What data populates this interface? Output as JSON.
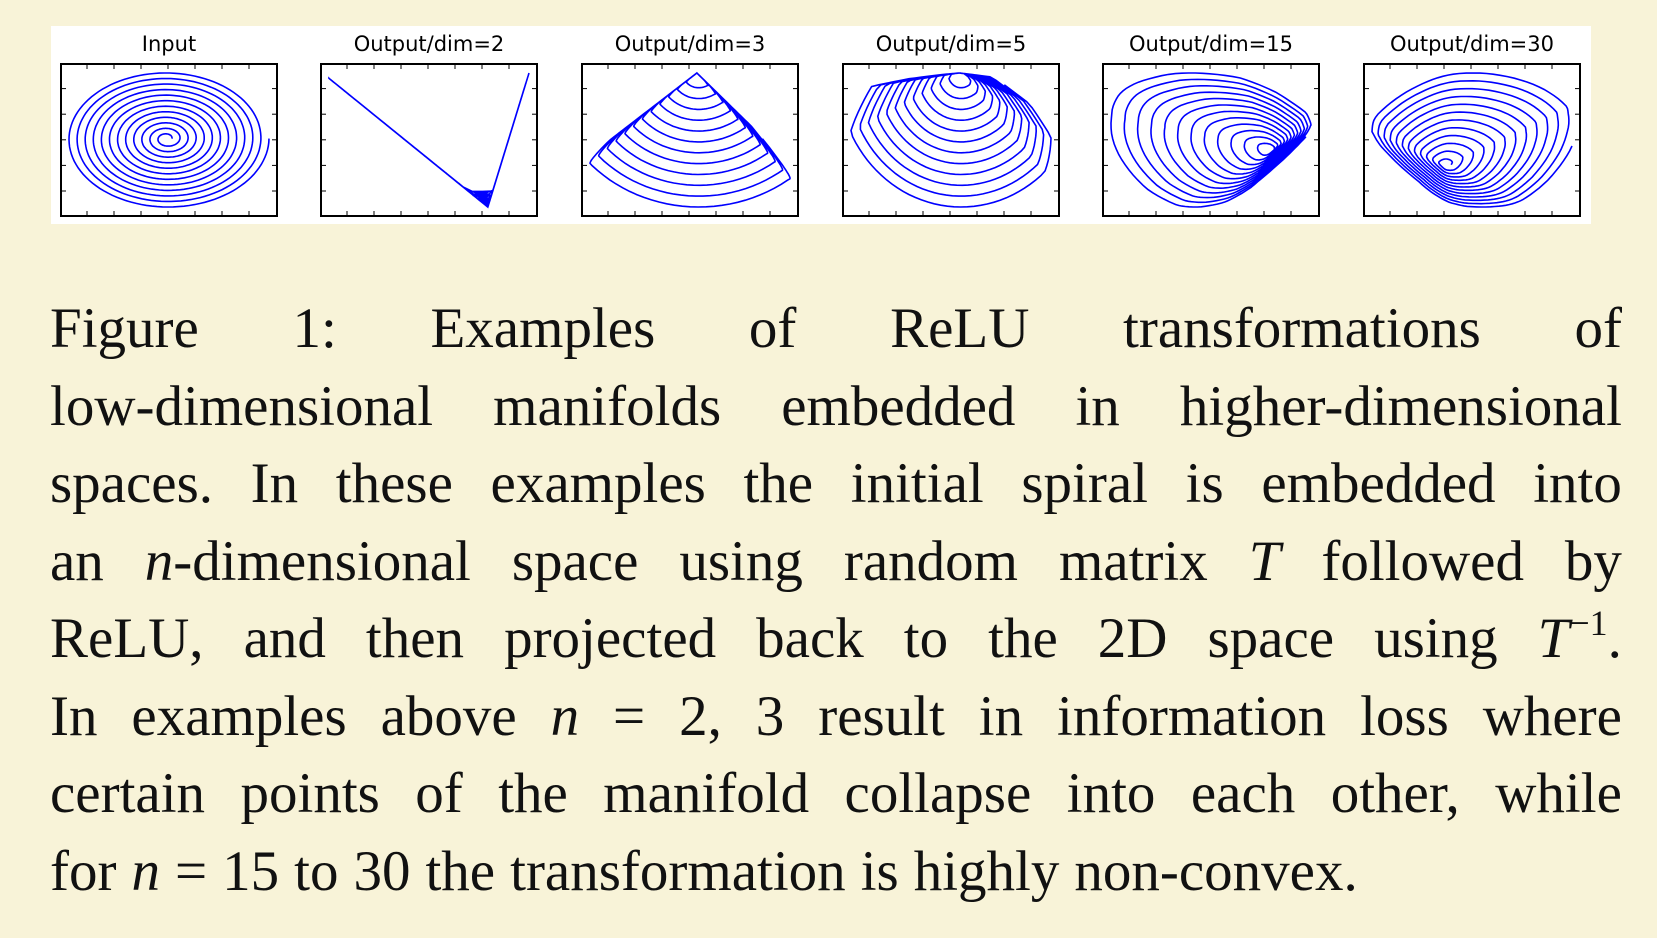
{
  "figure": {
    "panels": [
      {
        "title": "Input",
        "dim": 0
      },
      {
        "title": "Output/dim=2",
        "dim": 2
      },
      {
        "title": "Output/dim=3",
        "dim": 3
      },
      {
        "title": "Output/dim=5",
        "dim": 5
      },
      {
        "title": "Output/dim=15",
        "dim": 15
      },
      {
        "title": "Output/dim=30",
        "dim": 30
      }
    ],
    "line_color": "#0000ff"
  },
  "caption": {
    "lines": [
      "Figure 1:|Examples of ReLU transformations of",
      "low-dimensional manifolds embedded in higher-dimensional",
      "spaces. In these examples the initial spiral is embedded into",
      "an {n}-dimensional space using random matrix {T} followed by",
      "ReLU, and then projected back to the 2D space using {T}^{−1}.",
      "In examples above {n} = 2, 3 result in information loss where",
      "certain points of the manifold collapse into each other, while",
      "for {n} = 15 to 30 the transformation is highly non-convex."
    ]
  }
}
